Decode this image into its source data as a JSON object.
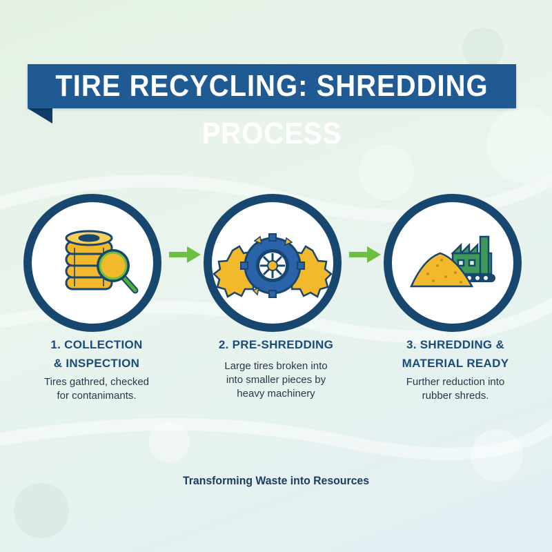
{
  "header": {
    "title": "TIRE RECYCLING: SHREDDING PROCESS"
  },
  "steps": [
    {
      "title_line1": "1. COLLECTION",
      "title_line2": "& INSPECTION",
      "desc_line1": "Tires gathred, checked",
      "desc_line2": "for contanimants.",
      "icon": "tire-stack-magnifier-icon"
    },
    {
      "title_line1": "2. PRE-SHREDDING",
      "desc_line1": "Large tires broken into",
      "desc_line2": "into smaller pieces by",
      "desc_line3": "heavy machinery",
      "icon": "shredder-gears-icon"
    },
    {
      "title_line1": "3. SHREDDING &",
      "title_line2": "MATERIAL READY",
      "desc_line1": "Further reduction into",
      "desc_line2": "rubber shreds.",
      "icon": "rubber-pile-factory-icon"
    }
  ],
  "footer": {
    "tagline": "Transforming Waste into Resources"
  },
  "colors": {
    "navy": "#17466f",
    "banner": "#1f5a93",
    "accent_yellow": "#f2b92c",
    "accent_green": "#6cbf3f",
    "bg_light": "#e6f2ec"
  }
}
